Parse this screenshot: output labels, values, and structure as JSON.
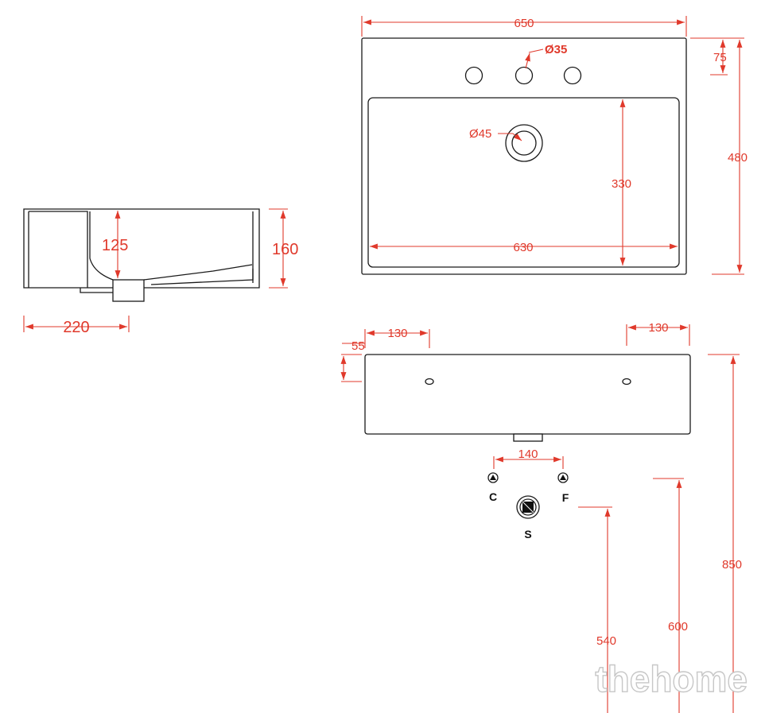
{
  "dimensions": {
    "top_width": "650",
    "tap_hole_diameter": "Ø35",
    "tap_hole_offset": "75",
    "depth_total": "480",
    "drain_diameter": "Ø45",
    "bowl_depth": "330",
    "bowl_width": "630",
    "side_height": "160",
    "side_bowl_depth": "125",
    "side_width": "220",
    "wall_hole_left_offset": "130",
    "wall_hole_right_offset": "130",
    "wall_hole_height": "55",
    "supply_spacing": "140",
    "mount_height": "850",
    "supply_height": "600",
    "waste_height": "540"
  },
  "labels": {
    "cold": "C",
    "hot": "F",
    "waste": "S"
  },
  "watermark": "thehome",
  "colors": {
    "dimension": "#e0392b",
    "outline": "#1a1a1a",
    "watermark_stroke": "#c7c7c7"
  }
}
